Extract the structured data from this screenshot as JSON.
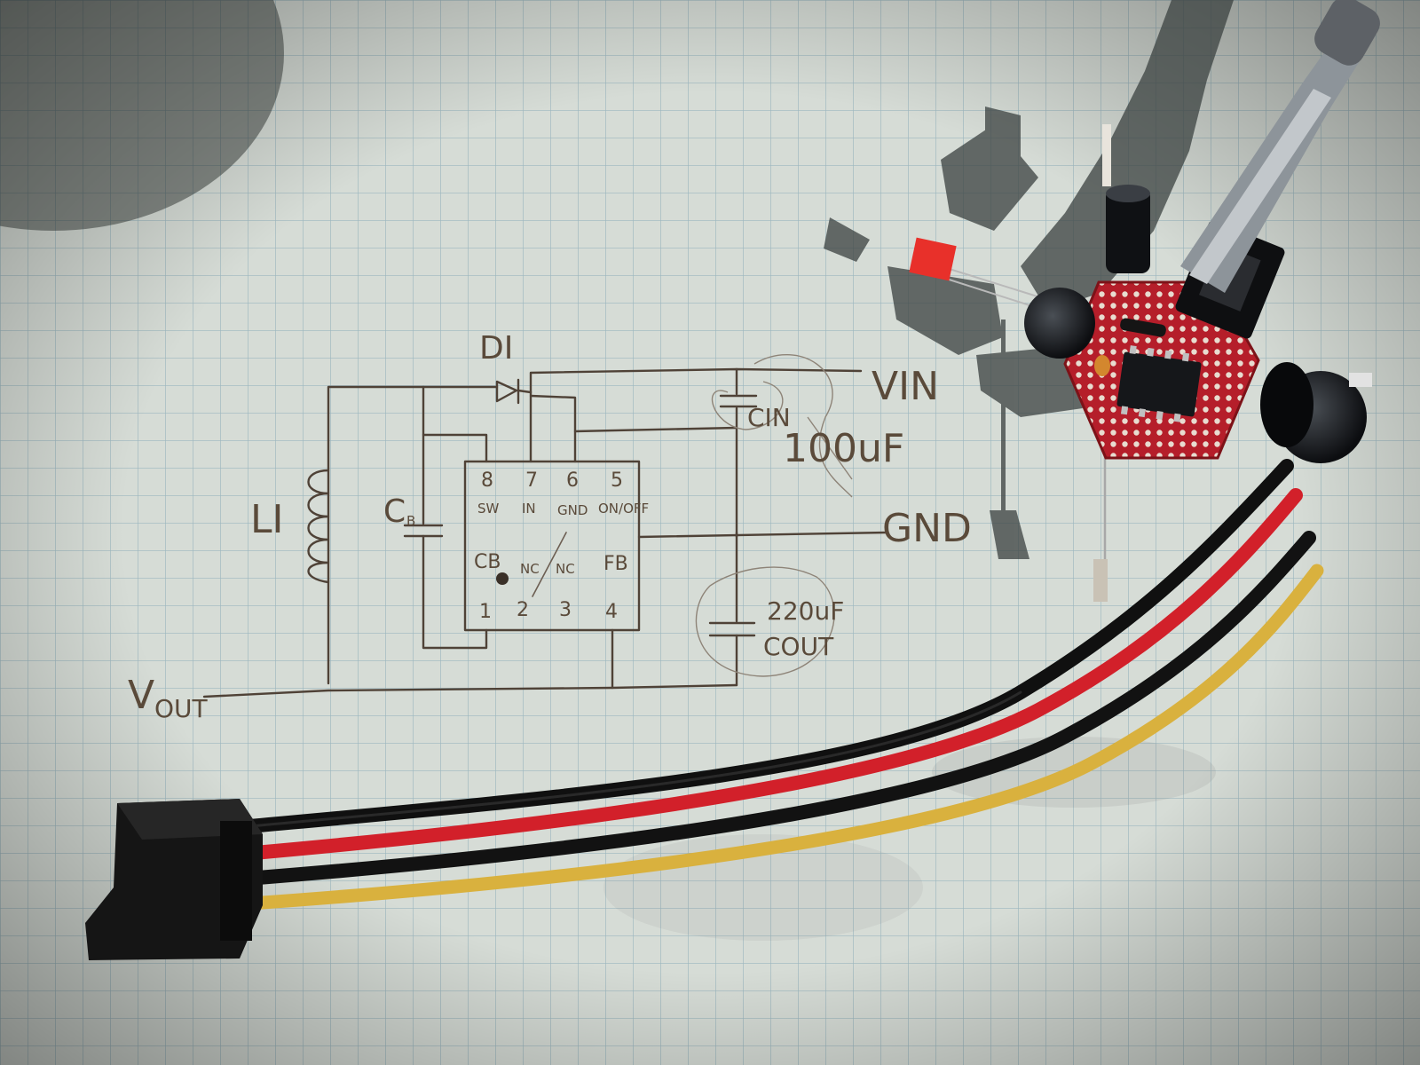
{
  "schematic": {
    "d1": "DI",
    "l1": "LI",
    "cb": "C",
    "cb_sub": "B",
    "cin": "CIN",
    "cin_value": "100uF",
    "cout_value": "220uF",
    "cout": "COUT",
    "vin": "VIN",
    "gnd": "GND",
    "vout_v": "V",
    "vout_sub": "OUT",
    "ic": {
      "top_pins": [
        {
          "num": "8",
          "name": "SW"
        },
        {
          "num": "7",
          "name": "IN"
        },
        {
          "num": "6",
          "name": "GND"
        },
        {
          "num": "5",
          "name": "ON/OFF"
        }
      ],
      "bottom_pins": [
        {
          "num": "1",
          "name": "CB"
        },
        {
          "num": "2",
          "name": "NC"
        },
        {
          "num": "3",
          "name": "NC"
        },
        {
          "num": "4",
          "name": "FB"
        }
      ]
    }
  },
  "colors": {
    "paper": "#d8ddd7",
    "grid": "#9fb8c0",
    "ink": "#4f4237",
    "pcb": "#b51e2a",
    "led": "#e8302a",
    "wire_black": "#111111",
    "wire_red": "#d2202a",
    "wire_yellow": "#d9b13e",
    "connector": "#141414"
  }
}
